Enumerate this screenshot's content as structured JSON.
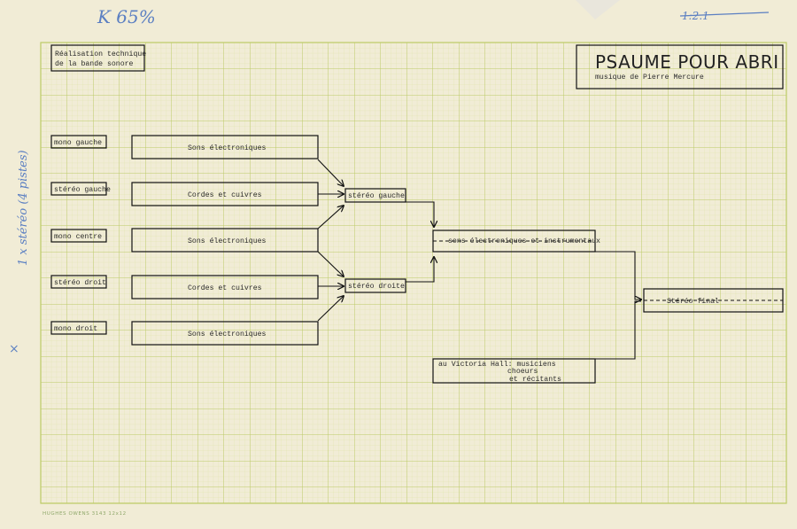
{
  "header": {
    "top_note": "K 65%",
    "crossed_note": "1:2.1",
    "side_note": "1 x stéréo (4 pistes)",
    "tech_label_line1": "Réalisation technique",
    "tech_label_line2": "de la bande sonore",
    "title": "PSAUME POUR ABRI",
    "subtitle": "musique de Pierre Mercure",
    "paper_imprint": "HUGHES OWENS  3143  12x12"
  },
  "channels": [
    {
      "label": "mono gauche",
      "source": "Sons électroniques"
    },
    {
      "label": "stéréo gauche",
      "source": "Cordes et cuivres"
    },
    {
      "label": "mono centre",
      "source": "Sons électroniques"
    },
    {
      "label": "stéréo droit",
      "source": "Cordes et cuivres"
    },
    {
      "label": "mono droit",
      "source": "Sons électroniques"
    }
  ],
  "mix": {
    "left": "stéréo gauche",
    "right": "stéréo droite",
    "combined": "sons électroniques et instrumentaux",
    "live_line1": "au Victoria Hall: musiciens",
    "live_line2": "choeurs",
    "live_line3": "et récitants",
    "final": "Stéréo final"
  },
  "colors": {
    "paper": "#f1ecd6",
    "grid_minor": "#d9e09a",
    "grid_major": "#bfcd6a",
    "ink": "#111111",
    "pencil_blue": "#5b7fc2"
  }
}
